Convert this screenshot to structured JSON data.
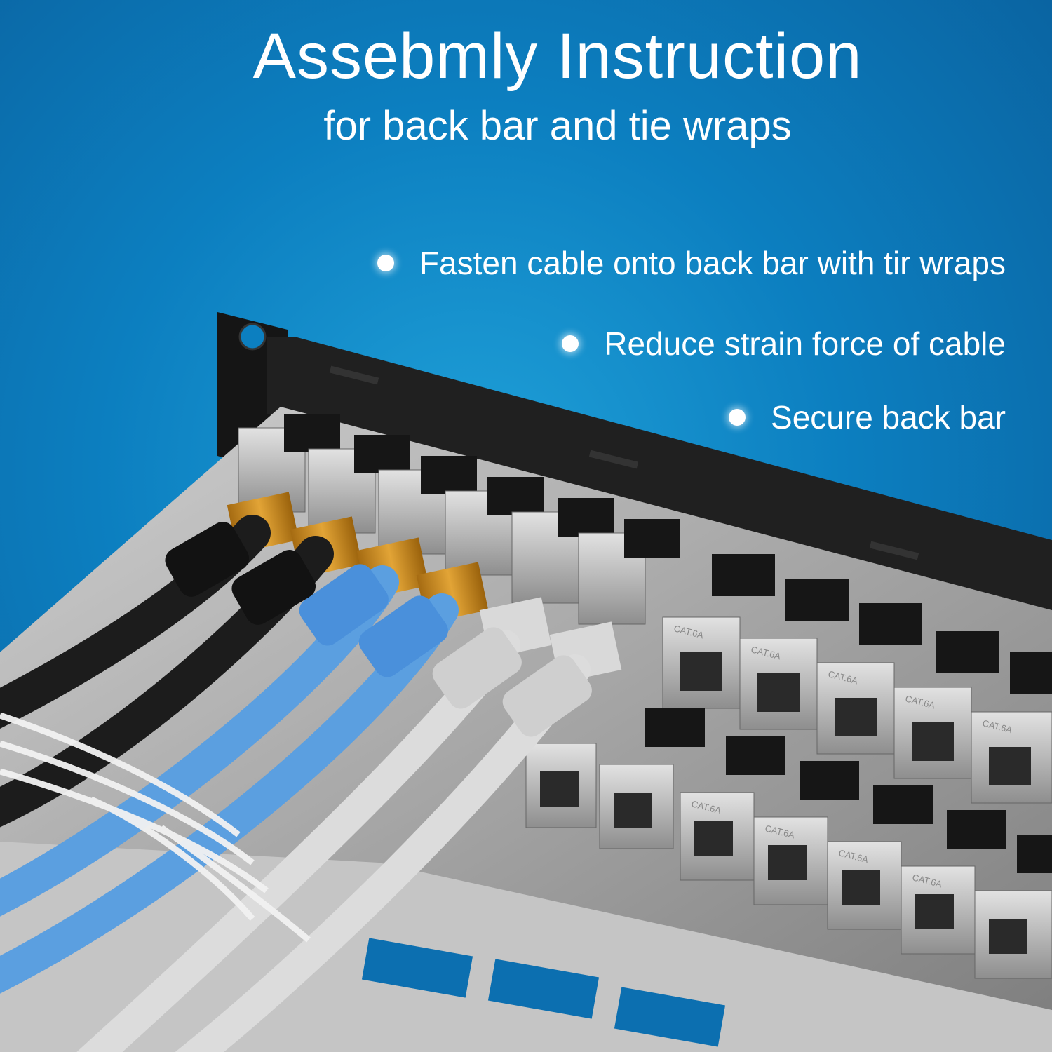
{
  "heading": {
    "title": "Assebmly Instruction",
    "subtitle": "for back bar and tie wraps"
  },
  "bullets": [
    "Fasten cable onto back bar with tir wraps",
    "Reduce strain force of cable",
    "Secure back bar"
  ],
  "port_label": "CAT.6A",
  "colors": {
    "background": "#0c7fc0",
    "text": "#ffffff",
    "cable_black": "#1c1c1c",
    "cable_blue": "#5b9fe0",
    "cable_grey": "#dcdcdc",
    "panel_black": "#1a1a1a",
    "steel": "#b9b9b9"
  }
}
